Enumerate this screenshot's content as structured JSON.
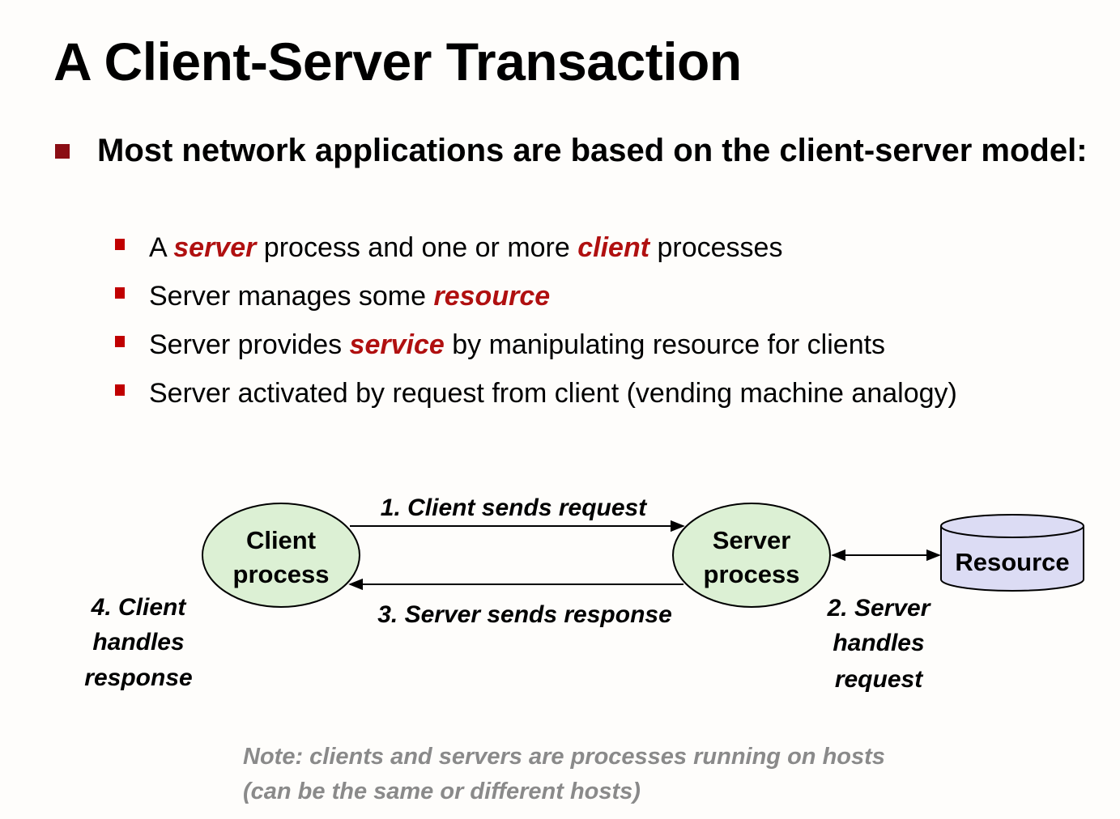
{
  "title": "A Client-Server Transaction",
  "main_bullet": "Most network applications are based on the client-server model:",
  "sub_bullets": [
    {
      "t1": "A ",
      "h1": "server",
      "t2": " process and one or more ",
      "h2": "client",
      "t3": " processes"
    },
    {
      "t1": "Server manages some ",
      "h1": "resource"
    },
    {
      "t1": "Server provides ",
      "h1": "service",
      "t2": " by manipulating resource for clients"
    },
    {
      "t1": "Server activated by request from client (vending machine analogy)"
    }
  ],
  "diagram": {
    "client_line1": "Client",
    "client_line2": "process",
    "server_line1": "Server",
    "server_line2": "process",
    "resource": "Resource",
    "step1": "1. Client sends request",
    "step2_line1": "2. Server",
    "step2_line2": "handles",
    "step2_line3": "request",
    "step3": "3. Server sends response",
    "step4_line1": "4. Client",
    "step4_line2": "handles",
    "step4_line3": "response"
  },
  "note_line1": "Note: clients and servers are processes running on hosts",
  "note_line2": "(can be the same or different hosts)",
  "colors": {
    "bullet_marker": "#8b0d14",
    "highlight": "#b01010",
    "process_fill": "#dcf0d4",
    "resource_fill": "#dcdcf4",
    "note": "#8a8a8a"
  }
}
